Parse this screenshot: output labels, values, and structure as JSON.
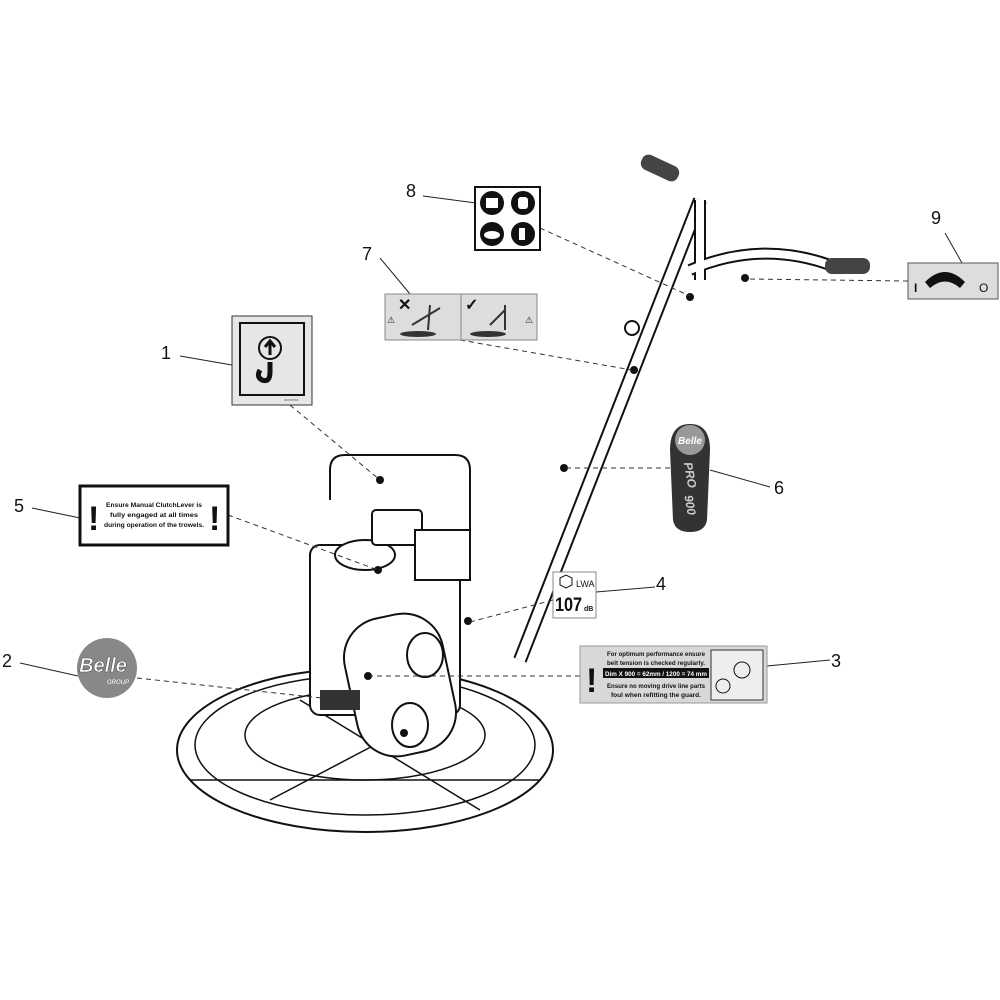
{
  "callouts": [
    "1",
    "2",
    "3",
    "4",
    "5",
    "6",
    "7",
    "8",
    "9"
  ],
  "decal_1": {
    "icon": "lifting-hook-icon",
    "code": "000/97963"
  },
  "decal_2": {
    "brand": "Belle",
    "sub": "GROUP"
  },
  "decal_3": {
    "line1": "For optimum performance ensure",
    "line2": "belt tension is checked regularly.",
    "dim": "Dim X   900 = 62mm / 1200 = 74 mm",
    "line3": "Ensure no  moving drive line parts",
    "line4": "foul when refitting the guard."
  },
  "decal_4": {
    "label": "LWA",
    "value": "107",
    "unit": "dB"
  },
  "decal_5": {
    "line1": "Ensure Manual ClutchLever is",
    "line2": "fully engaged at all times",
    "line3": "during operation of the trowels."
  },
  "decal_6": {
    "brand": "Belle",
    "model": "PRO",
    "number": "900"
  },
  "decal_7": {
    "icons": [
      "wrong-icon",
      "correct-icon"
    ]
  },
  "decal_8": {
    "icons": [
      "manual-icon",
      "ear-protection-icon",
      "eye-protection-icon",
      "boots-icon"
    ]
  },
  "decal_9": {
    "off": "I",
    "on": "O"
  }
}
